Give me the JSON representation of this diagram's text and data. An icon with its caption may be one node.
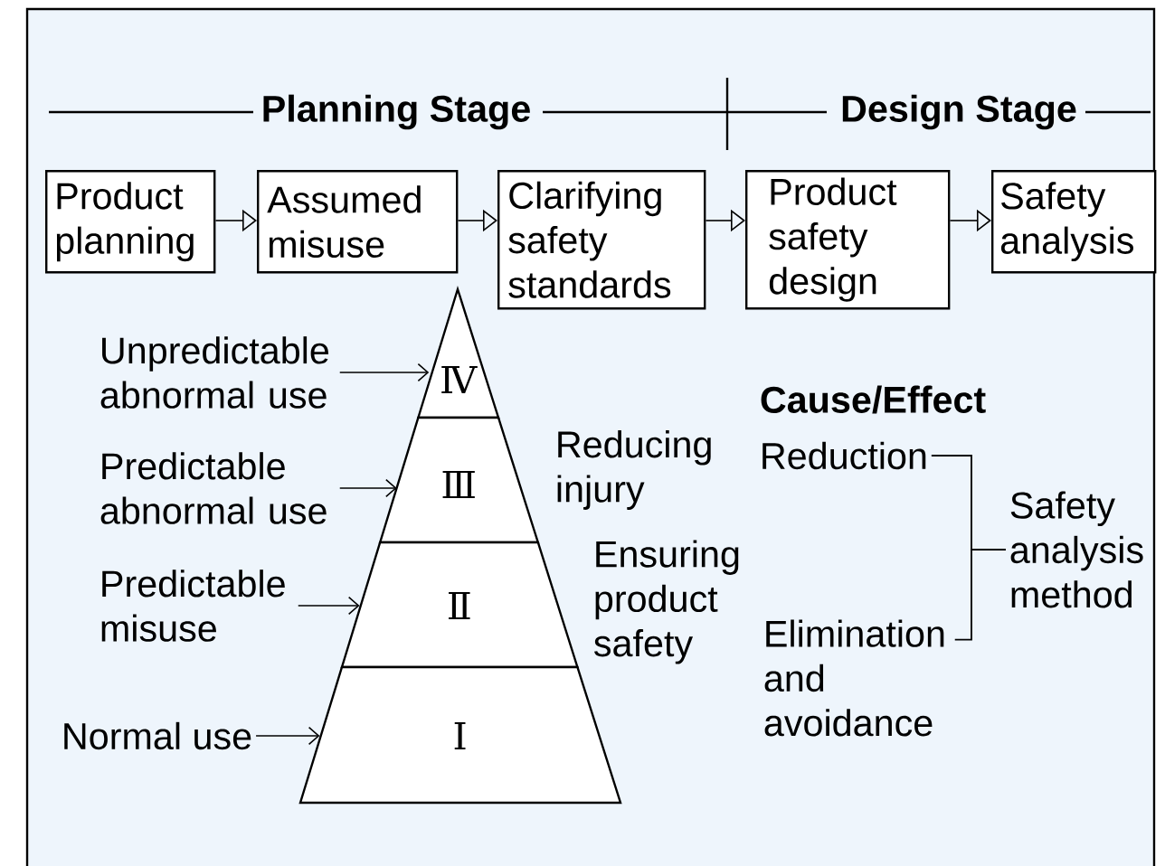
{
  "diagram": {
    "nodes": [
      {
        "text": [
          "Product planning"
        ]
      },
      {
        "text": [
          "Assumed misuse"
        ]
      },
      {
        "text": [
          "Clarifying safety standards"
        ]
      },
      {
        "text": [
          "Product safety design"
        ]
      },
      {
        "text": [
          "Safety analysis"
        ]
      },
      {
        "text": [
          "Ⅳ"
        ]
      },
      {
        "text": [
          "Ⅲ"
        ]
      },
      {
        "text": [
          "Ⅱ"
        ]
      },
      {
        "text": [
          "Ⅰ"
        ]
      },
      {
        "text": [
          "Unpredictable abnormal use"
        ]
      },
      {
        "text": [
          "Predictable abnormal use"
        ]
      },
      {
        "text": [
          "Predictable misuse"
        ]
      },
      {
        "text": [
          "Normal use"
        ]
      },
      {
        "text": [
          "Reduction"
        ]
      },
      {
        "text": [
          "Elimination and avoidance"
        ]
      },
      {
        "text": [
          "Safety analysis method"
        ]
      }
    ],
    "edges": [
      {
        "from": 0,
        "to": 1,
        "arrow": "to"
      },
      {
        "from": 1,
        "to": 2,
        "arrow": "to"
      },
      {
        "from": 2,
        "to": 3,
        "arrow": "to"
      },
      {
        "from": 3,
        "to": 4,
        "arrow": "to"
      },
      {
        "from": 9,
        "to": 5,
        "arrow": "to"
      },
      {
        "from": 10,
        "to": 6,
        "arrow": "to"
      },
      {
        "from": 11,
        "to": 7,
        "arrow": "to"
      },
      {
        "from": 12,
        "to": 8,
        "arrow": "to"
      },
      {
        "from": 13,
        "to": 15,
        "arrow": "none"
      },
      {
        "from": 14,
        "to": 15,
        "arrow": "none"
      }
    ],
    "labels": [
      "Planning Stage",
      "Design Stage",
      "Cause/Effect",
      "Reducing injury",
      "Ensuring product safety"
    ]
  }
}
